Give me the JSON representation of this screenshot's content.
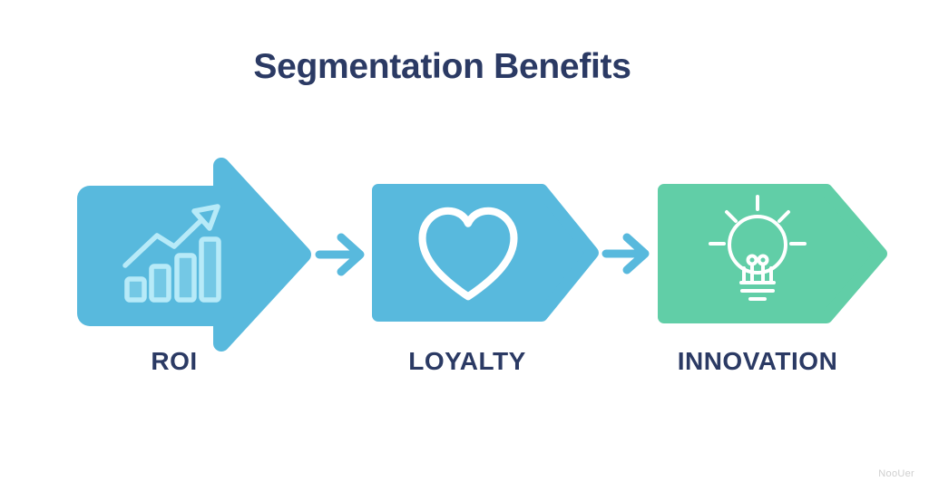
{
  "title": "Segmentation Benefits",
  "watermark": "NooUer",
  "colors": {
    "background": "#ffffff",
    "heading_navy": "#2b3a64",
    "accent_blue": "#58b9dd",
    "accent_green": "#61cea7",
    "icon_light_blue": "#b7eaf8",
    "icon_white": "#ffffff",
    "watermark_gray": "#cfcfcf"
  },
  "steps": [
    {
      "label": "ROI",
      "icon": "bar-chart-growth-icon",
      "color": "#58b9dd"
    },
    {
      "label": "LOYALTY",
      "icon": "heart-icon",
      "color": "#58b9dd"
    },
    {
      "label": "INNOVATION",
      "icon": "lightbulb-icon",
      "color": "#61cea7"
    }
  ],
  "connector": {
    "icon": "arrow-right-icon",
    "color": "#58b9dd"
  }
}
